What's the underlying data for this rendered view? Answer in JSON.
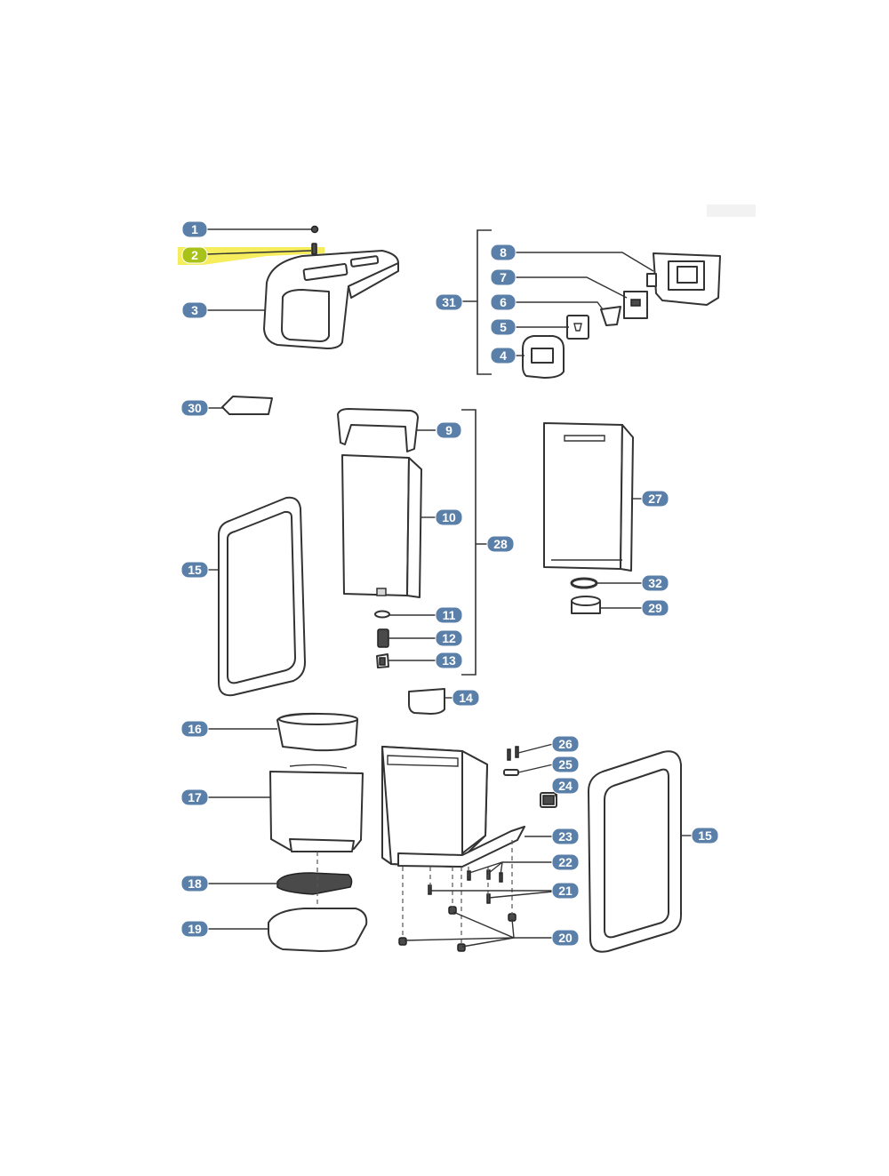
{
  "colors": {
    "callout_fill": "#5a7fa8",
    "callout_text": "#ffffff",
    "highlight_fill": "#a8c21a",
    "highlight_band": "#f3ea3e",
    "line": "#333333",
    "background": "#ffffff"
  },
  "highlighted_callout": "2",
  "callouts": [
    {
      "id": "c1",
      "label": "1"
    },
    {
      "id": "c2",
      "label": "2"
    },
    {
      "id": "c3",
      "label": "3"
    },
    {
      "id": "c31",
      "label": "31"
    },
    {
      "id": "c8",
      "label": "8"
    },
    {
      "id": "c7",
      "label": "7"
    },
    {
      "id": "c6",
      "label": "6"
    },
    {
      "id": "c5",
      "label": "5"
    },
    {
      "id": "c4",
      "label": "4"
    },
    {
      "id": "c30",
      "label": "30"
    },
    {
      "id": "c9",
      "label": "9"
    },
    {
      "id": "c10",
      "label": "10"
    },
    {
      "id": "c28",
      "label": "28"
    },
    {
      "id": "c27",
      "label": "27"
    },
    {
      "id": "c15a",
      "label": "15"
    },
    {
      "id": "c32",
      "label": "32"
    },
    {
      "id": "c29",
      "label": "29"
    },
    {
      "id": "c11",
      "label": "11"
    },
    {
      "id": "c12",
      "label": "12"
    },
    {
      "id": "c13",
      "label": "13"
    },
    {
      "id": "c14",
      "label": "14"
    },
    {
      "id": "c16",
      "label": "16"
    },
    {
      "id": "c26",
      "label": "26"
    },
    {
      "id": "c25",
      "label": "25"
    },
    {
      "id": "c24",
      "label": "24"
    },
    {
      "id": "c17",
      "label": "17"
    },
    {
      "id": "c23",
      "label": "23"
    },
    {
      "id": "c15b",
      "label": "15"
    },
    {
      "id": "c22",
      "label": "22"
    },
    {
      "id": "c18",
      "label": "18"
    },
    {
      "id": "c21",
      "label": "21"
    },
    {
      "id": "c19",
      "label": "19"
    },
    {
      "id": "c20",
      "label": "20"
    }
  ]
}
